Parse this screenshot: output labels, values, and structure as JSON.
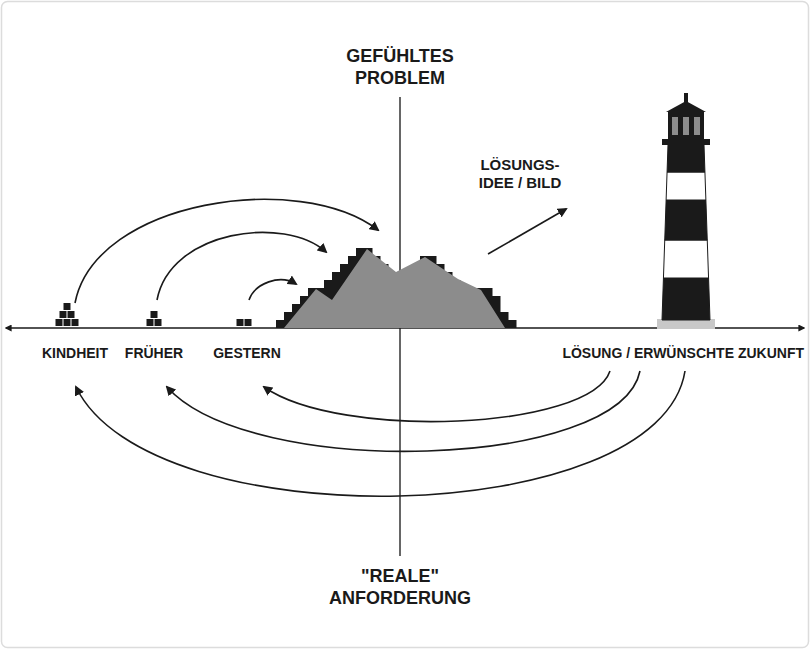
{
  "diagram": {
    "labels": [
      "GEFÜHLTES PROBLEM",
      "LÖSUNGS- IDEE / BILD",
      "KINDHEIT",
      "FRÜHER",
      "GESTERN",
      "LÖSUNG / ERWÜNSCHTE ZUKUNFT",
      "\"REALE\" ANFORDERUNG"
    ]
  }
}
